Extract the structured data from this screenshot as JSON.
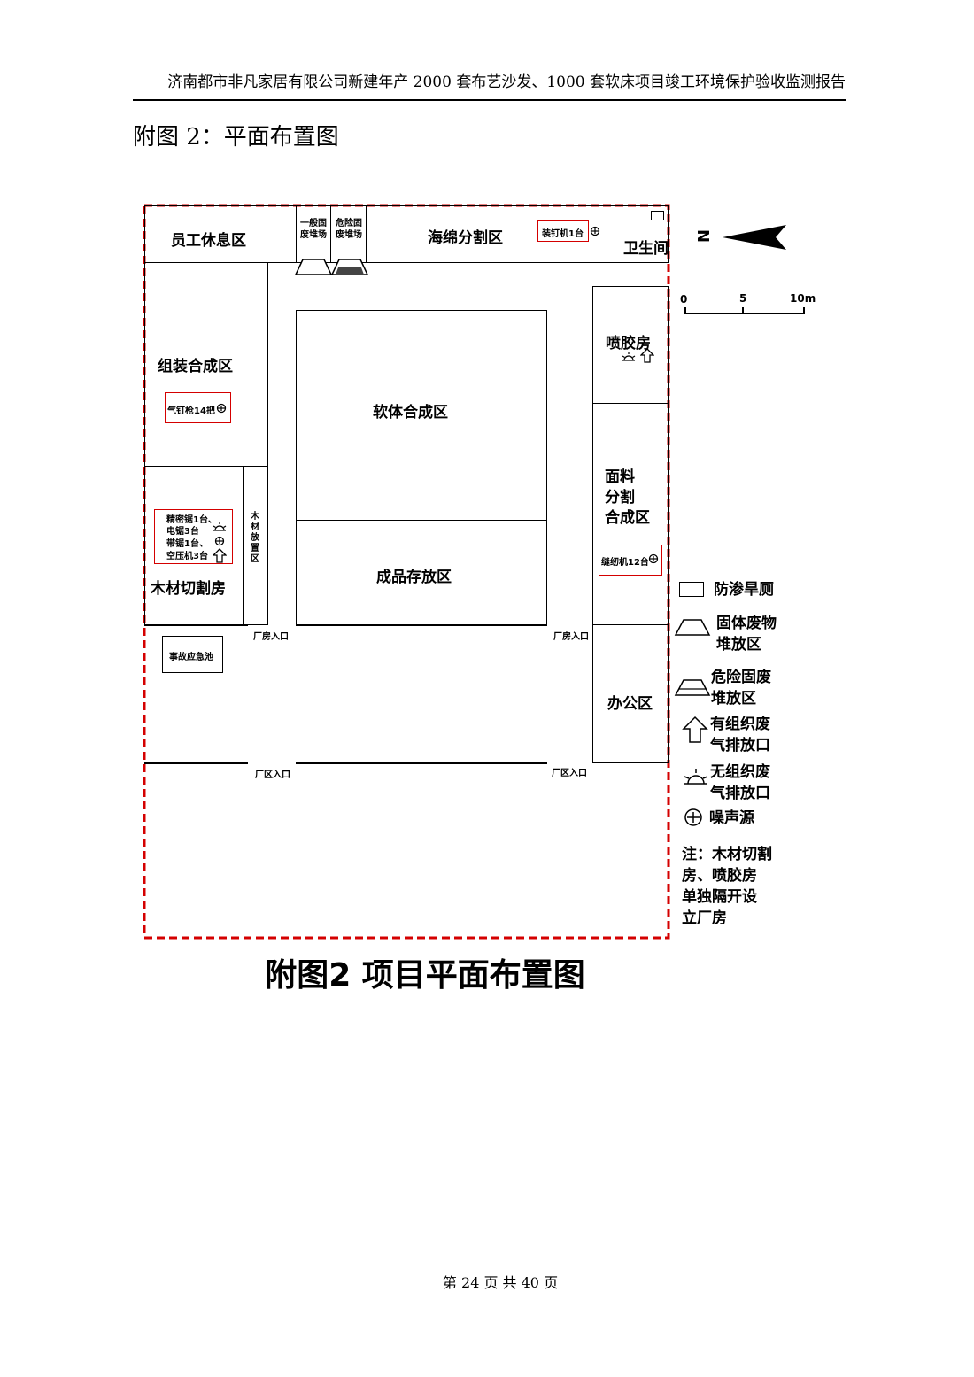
{
  "header": "济南都市非凡家居有限公司新建年产 2000 套布艺沙发、1000 套软床项目竣工环境保护验收监测报告",
  "section_title": "附图 2：平面布置图",
  "plan": {
    "staff_rest": "员工休息区",
    "general_waste": "一般固废堆场",
    "hazard_waste": "危险固废堆场",
    "sponge_cut": "海绵分割区",
    "sponge_machine": "装钉机1台",
    "restroom": "卫生间",
    "assembly": "组装合成区",
    "air_gun": "气钉枪14把",
    "soft_body": "软体合成区",
    "finished": "成品存放区",
    "glue_room": "喷胶房",
    "fabric": [
      "面料",
      "分割",
      "合成区"
    ],
    "sewing": "缝纫机12台",
    "wood_store": "木材放置区",
    "wood_equipment": [
      "精密锯1台、",
      "电锯3台",
      "带锯1台、",
      "空压机3台"
    ],
    "wood_cut": "木材切割房",
    "workshop_entrance_left": "厂房入口",
    "workshop_entrance_right": "厂房入口",
    "emergency_pool": "事故应急池",
    "office": "办公区",
    "plant_entrance_left": "厂区入口",
    "plant_entrance_right": "厂区入口"
  },
  "compass": {
    "letter": "N"
  },
  "scale": {
    "t0": "0",
    "t1": "5",
    "t2": "10m"
  },
  "legend": {
    "seepage": "防渗旱厕",
    "solid_waste": [
      "固体废物",
      "堆放区"
    ],
    "hazard_waste": [
      "危险固废",
      "堆放区"
    ],
    "organized": [
      "有组织废",
      "气排放口"
    ],
    "unorganized": [
      "无组织废",
      "气排放口"
    ],
    "noise": "噪声源",
    "note": [
      "注：木材切割",
      "房、喷胶房",
      "单独隔开设",
      "立厂房"
    ]
  },
  "caption": "附图2  项目平面布置图",
  "footer": "第  24  页  共  40 页"
}
